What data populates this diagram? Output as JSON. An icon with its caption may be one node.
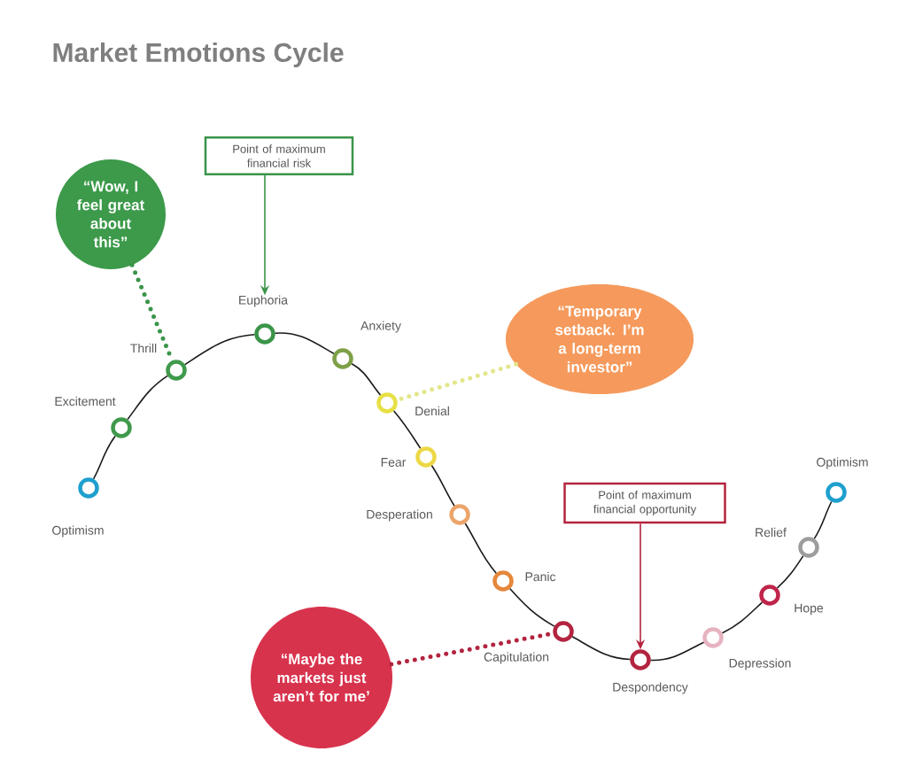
{
  "diagram": {
    "title": "Market Emotions Cycle",
    "nodes": [
      {
        "text": [
          "Point of maximum financial risk"
        ]
      },
      {
        "text": [
          "“Wow, I feel great about this”"
        ]
      },
      {
        "text": [
          "“Temporary setback. I’m a long-term investor”"
        ]
      },
      {
        "text": [
          "Point of maximum financial opportunity"
        ]
      },
      {
        "text": [
          "“Maybe the markets just aren’t for me’"
        ]
      },
      {
        "text": [],
        "shape": "circle",
        "beside": [
          "Optimism"
        ]
      },
      {
        "text": [],
        "shape": "circle",
        "beside": [
          "Excitement"
        ]
      },
      {
        "text": [],
        "shape": "circle",
        "beside": [
          "Thrill"
        ]
      },
      {
        "text": [],
        "shape": "circle",
        "beside": [
          "Euphoria"
        ]
      },
      {
        "text": [],
        "shape": "circle",
        "beside": [
          "Anxiety"
        ]
      },
      {
        "text": [],
        "shape": "circle",
        "beside": [
          "Denial"
        ]
      },
      {
        "text": [],
        "shape": "circle",
        "beside": [
          "Fear"
        ]
      },
      {
        "text": [],
        "shape": "circle",
        "beside": [
          "Desperation"
        ]
      },
      {
        "text": [],
        "shape": "circle",
        "beside": [
          "Panic"
        ]
      },
      {
        "text": [],
        "shape": "circle",
        "beside": [
          "Capitulation"
        ]
      },
      {
        "text": [],
        "shape": "circle",
        "beside": [
          "Despondency"
        ]
      },
      {
        "text": [],
        "shape": "circle",
        "beside": [
          "Depression"
        ]
      },
      {
        "text": [],
        "shape": "circle",
        "beside": [
          "Hope"
        ]
      },
      {
        "text": [],
        "shape": "circle",
        "beside": [
          "Relief"
        ]
      },
      {
        "text": [],
        "shape": "circle",
        "beside": [
          "Optimism"
        ]
      }
    ],
    "edges": [
      {
        "from": 5,
        "to": 6,
        "arrow": "none"
      },
      {
        "from": 6,
        "to": 7,
        "arrow": "none"
      },
      {
        "from": 7,
        "to": 8,
        "arrow": "none"
      },
      {
        "from": 8,
        "to": 9,
        "arrow": "none"
      },
      {
        "from": 9,
        "to": 10,
        "arrow": "none"
      },
      {
        "from": 10,
        "to": 11,
        "arrow": "none"
      },
      {
        "from": 11,
        "to": 12,
        "arrow": "none"
      },
      {
        "from": 12,
        "to": 13,
        "arrow": "none"
      },
      {
        "from": 13,
        "to": 14,
        "arrow": "none"
      },
      {
        "from": 14,
        "to": 15,
        "arrow": "none"
      },
      {
        "from": 15,
        "to": 16,
        "arrow": "none"
      },
      {
        "from": 16,
        "to": 17,
        "arrow": "none"
      },
      {
        "from": 17,
        "to": 18,
        "arrow": "none"
      },
      {
        "from": 18,
        "to": 19,
        "arrow": "none"
      },
      {
        "from": 0,
        "to": 8,
        "arrow": "to",
        "color": "#3a9449"
      },
      {
        "from": 3,
        "to": 15,
        "arrow": "to",
        "color": "#b3243f"
      },
      {
        "from": 1,
        "to": 7,
        "arrow": "none",
        "style": "dashed",
        "color": "#3a9449"
      },
      {
        "from": 2,
        "to": 10,
        "arrow": "none",
        "style": "dashed",
        "color": "#e3e68a"
      },
      {
        "from": 4,
        "to": 14,
        "arrow": "none",
        "style": "dashed",
        "color": "#b3243f"
      }
    ]
  }
}
